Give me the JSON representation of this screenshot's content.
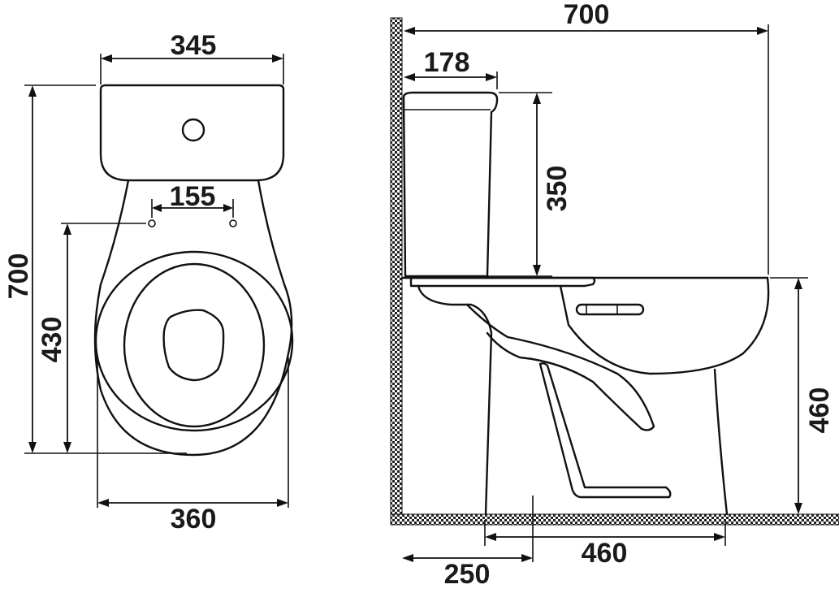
{
  "front_view": {
    "tank_width": "345",
    "bolt_spacing": "155",
    "total_height": "700",
    "bowl_height": "430",
    "base_width": "360"
  },
  "side_view": {
    "total_depth": "700",
    "tank_depth": "178",
    "tank_height": "350",
    "seat_height": "460",
    "wall_to_outlet": "250",
    "foot_length": "460"
  }
}
